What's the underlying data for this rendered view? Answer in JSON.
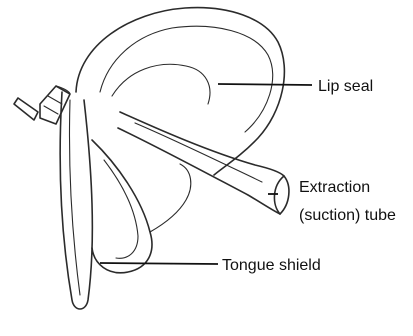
{
  "diagram": {
    "labels": {
      "lip_seal": "Lip seal",
      "extraction_line1": "Extraction",
      "extraction_line2": "(suction) tube",
      "tongue_shield": "Tongue shield"
    }
  },
  "colors": {
    "line": "#2b2b2b",
    "text": "#111111",
    "background": "#ffffff"
  }
}
